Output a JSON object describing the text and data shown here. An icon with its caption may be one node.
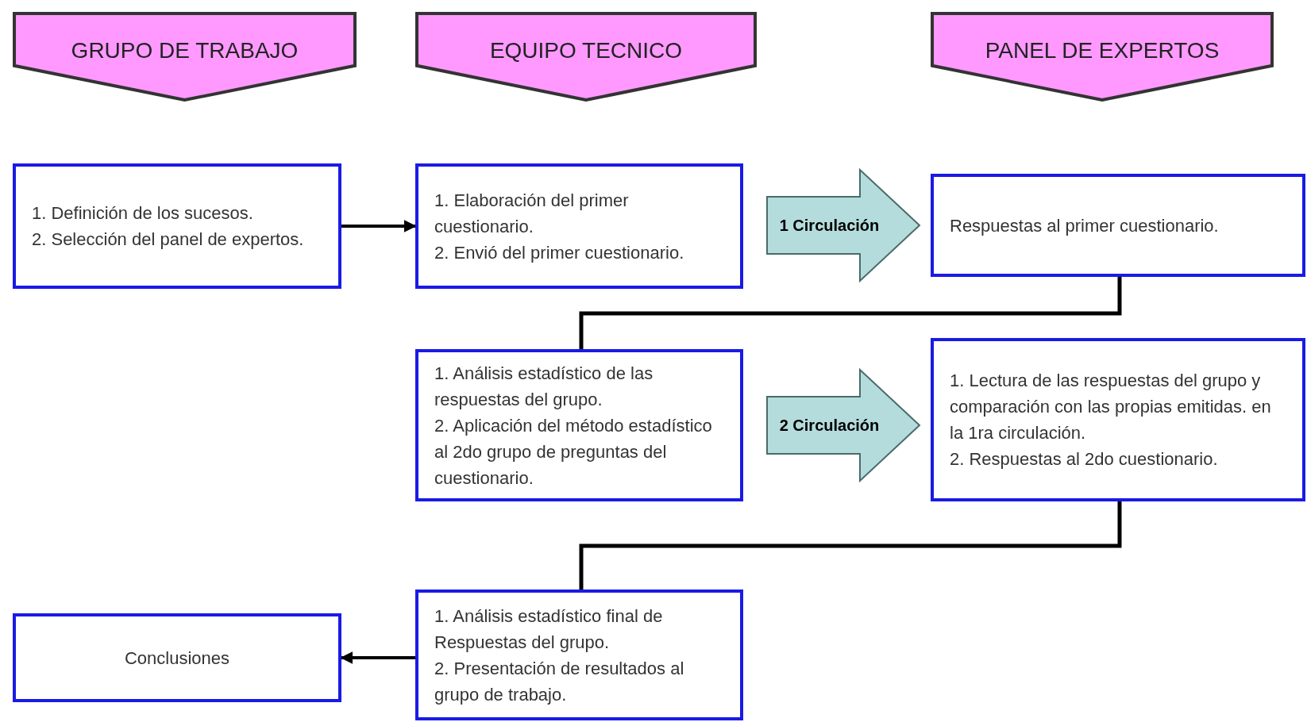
{
  "diagram": {
    "nodes": [
      {
        "text": [
          "GRUPO DE TRABAJO"
        ]
      },
      {
        "text": [
          "EQUIPO TECNICO"
        ]
      },
      {
        "text": [
          "PANEL DE EXPERTOS"
        ]
      },
      {
        "text": [
          "1. Definición de los sucesos.",
          "2. Selección del panel de expertos."
        ]
      },
      {
        "text": [
          "1. Elaboración del primer cuestionario.",
          "2. Envió del primer cuestionario."
        ]
      },
      {
        "text": [
          "Respuestas al primer cuestionario."
        ]
      },
      {
        "text": [
          "1. Análisis estadístico de las respuestas del grupo.",
          "2. Aplicación del método estadístico al 2do grupo de preguntas del  cuestionario."
        ]
      },
      {
        "text": [
          "1. Lectura de las respuestas del grupo y comparación con las propias emitidas. en la 1ra circulación.",
          "2. Respuestas al 2do cuestionario."
        ]
      },
      {
        "text": [
          "1. Análisis estadístico final de Respuestas del grupo.",
          "2. Presentación de resultados al grupo de trabajo."
        ]
      },
      {
        "text": [
          "Conclusiones"
        ]
      }
    ],
    "edges": [
      {
        "from": 3,
        "to": 4,
        "arrow": "to"
      },
      {
        "from": 4,
        "to": 5,
        "arrow": "to",
        "label": "1 Circulación",
        "style": "thick"
      },
      {
        "from": 5,
        "to": 6,
        "arrow": "none"
      },
      {
        "from": 6,
        "to": 7,
        "arrow": "to",
        "label": "2 Circulación",
        "style": "thick"
      },
      {
        "from": 7,
        "to": 8,
        "arrow": "none"
      },
      {
        "from": 8,
        "to": 9,
        "arrow": "to"
      }
    ]
  }
}
